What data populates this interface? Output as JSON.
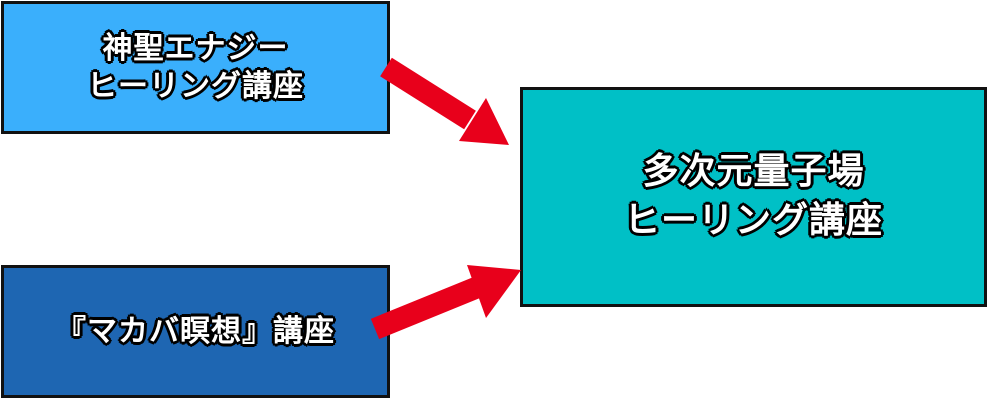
{
  "colors": {
    "box_a_fill": "#3aaffc",
    "box_b_fill": "#1e66b2",
    "box_c_fill": "#00c0c6",
    "arrow": "#e8001b",
    "border": "#111111"
  },
  "boxes": {
    "source_top": {
      "line1": "神聖エナジー",
      "line2": "ヒーリング講座"
    },
    "source_bottom": {
      "line1": "『マカバ瞑想』講座"
    },
    "target": {
      "line1": "多次元量子場",
      "line2": "ヒーリング講座"
    }
  },
  "arrows": [
    {
      "from": "source_top",
      "to": "target"
    },
    {
      "from": "source_bottom",
      "to": "target"
    }
  ]
}
